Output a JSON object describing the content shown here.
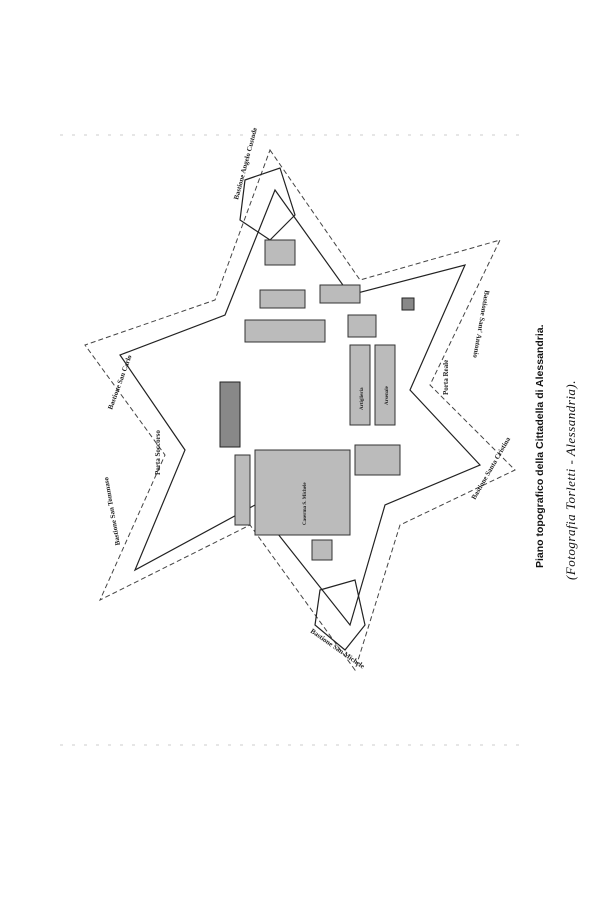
{
  "figure": {
    "caption": "Piano topografico della Cittadella di Alessandria.",
    "credit": "(Fotografia Torletti - Alessandria).",
    "labels": {
      "bastione_angelo": "Bastione Angelo Custode",
      "bastione_antonio": "Bastione Sant' Antonio",
      "bastione_carlo": "Bastione San Carlo",
      "porta_soccorso": "Porta Soccorso",
      "porta_reale": "Porta Reale",
      "bastione_tommaso": "Bastione San Tommaso",
      "bastione_michele": "Bastione San Michele",
      "bastione_cristina": "Bastione Santa Cristina",
      "caserma_michele": "Caserma S. Michele",
      "artiglieria": "Artiglieria",
      "arsenale": "Arsenale"
    }
  }
}
